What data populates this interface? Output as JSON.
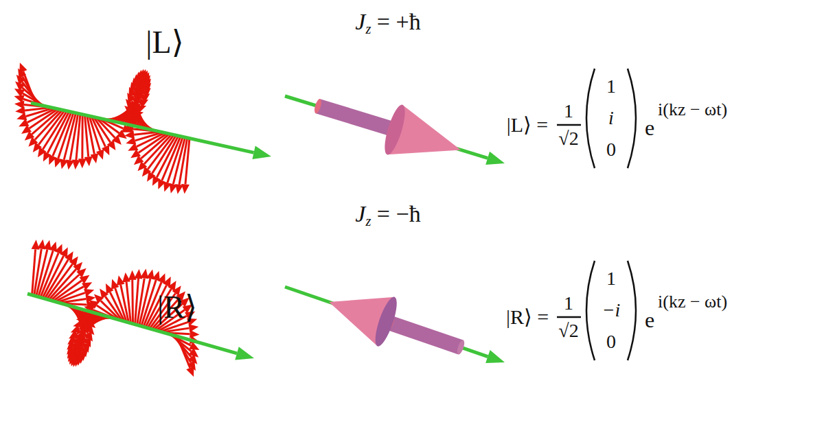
{
  "diagram": {
    "labels": [
      "|L⟩",
      "J",
      "z",
      "= +ħ",
      "|L⟩ =",
      "1",
      "√2",
      "1",
      "i",
      "0",
      "e",
      "i(kz − ωt)",
      "|R⟩",
      "J",
      "z",
      "= −ħ",
      "|R⟩ =",
      "1",
      "√2",
      "1",
      "−i",
      "0",
      "e",
      "i(kz − ωt)"
    ]
  }
}
